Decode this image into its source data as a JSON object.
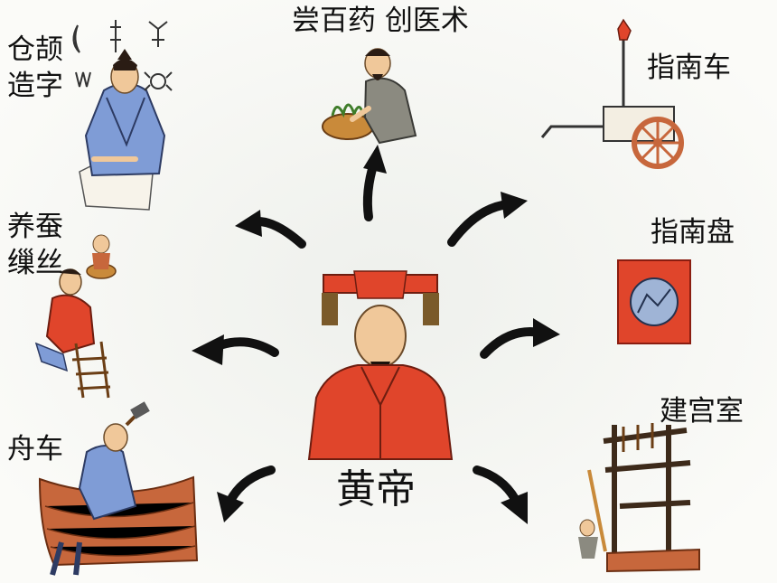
{
  "center": {
    "label": "黄帝"
  },
  "inventions": {
    "writing": {
      "line1": "仓颉",
      "line2": "造字"
    },
    "medicine": {
      "label": "尝百药 创医术"
    },
    "south_chariot": {
      "label": "指南车"
    },
    "silk": {
      "line1": "养蚕",
      "line2": "缫丝"
    },
    "compass": {
      "label": "指南盘"
    },
    "boat_cart": {
      "label": "舟车"
    },
    "palace": {
      "label": "建宫室"
    }
  },
  "colors": {
    "arrow": "#111111",
    "robe_red": "#e0452b",
    "robe_blue": "#7f9cd6",
    "wood": "#c7673c",
    "skin": "#f0c89a"
  }
}
